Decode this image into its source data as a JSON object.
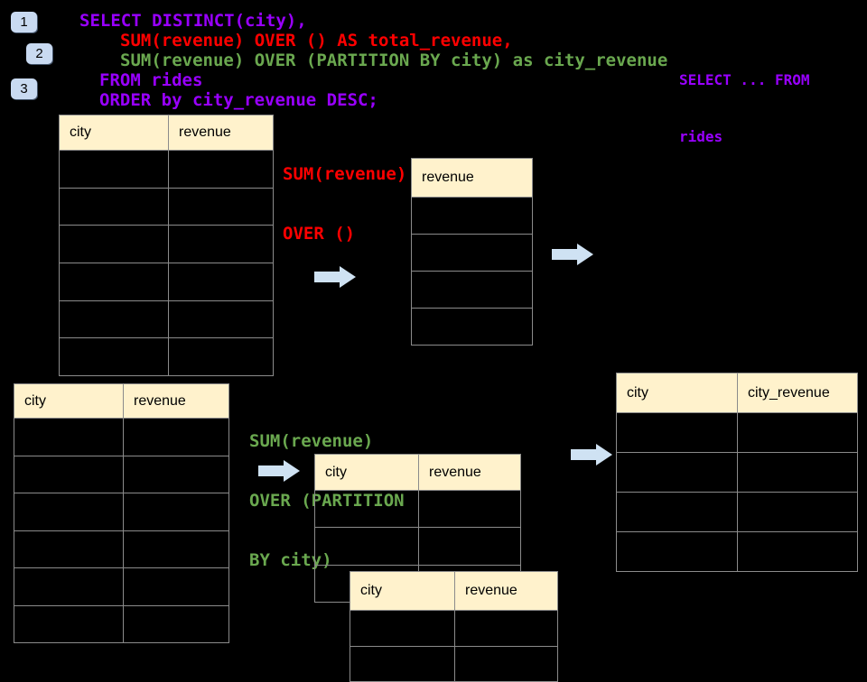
{
  "colors": {
    "background": "#000000",
    "sql_purple": "#9900FF",
    "sql_red": "#FF0000",
    "sql_green": "#6AA84F",
    "table_header_fill": "#FFF2CC",
    "table_border": "#8B8B8B",
    "arrow_blue": "#CFE2F3",
    "badge_blue": "#C9DAF1"
  },
  "badges": [
    {
      "label": "1"
    },
    {
      "label": "2"
    },
    {
      "label": "3"
    }
  ],
  "sql_query": {
    "lines": [
      {
        "text": "SELECT DISTINCT(city),",
        "color": "purple"
      },
      {
        "text": "SUM(revenue) OVER () AS total_revenue,",
        "color": "red"
      },
      {
        "text": "SUM(revenue) OVER (PARTITION BY city) as city_revenue",
        "color": "green"
      },
      {
        "text": "FROM rides",
        "color": "purple"
      },
      {
        "text": "ORDER by city_revenue DESC;",
        "color": "purple"
      }
    ]
  },
  "corner_note": {
    "line1": "SELECT ... FROM",
    "line2": "rides"
  },
  "annotations": {
    "total_window": {
      "line1": "SUM(revenue)",
      "line2": "OVER ()"
    },
    "partition_window": {
      "line1": "SUM(revenue)",
      "line2": "OVER (PARTITION",
      "line3": "BY city)"
    }
  },
  "tables": {
    "source_top": {
      "col1": "city",
      "col2": "revenue",
      "body_rows": 6
    },
    "total_revenue_result": {
      "col1": "revenue",
      "body_rows": 4
    },
    "source_bottom": {
      "col1": "city",
      "col2": "revenue",
      "body_rows": 6
    },
    "partition_step": {
      "col1": "city",
      "col2": "revenue",
      "body_rows": 3
    },
    "partition_step_overlay": {
      "col1": "city",
      "col2": "revenue",
      "body_rows": 2
    },
    "city_revenue_result": {
      "col1": "city",
      "col2": "city_revenue",
      "body_rows": 4
    }
  }
}
